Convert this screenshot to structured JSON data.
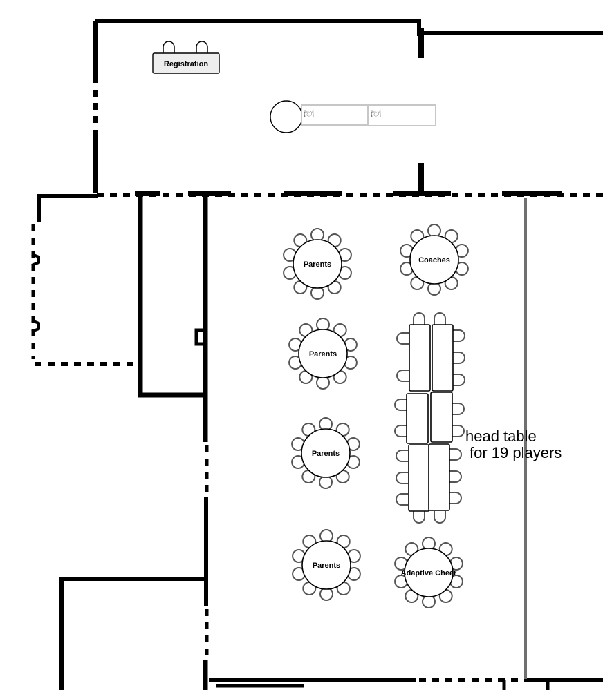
{
  "floor_plan": {
    "registration": {
      "label": "Registration"
    },
    "buffet": {
      "icon": "plate-cutlery-icon",
      "glyph": "🍽"
    },
    "round_tables": [
      {
        "id": "parents-1",
        "label": "Parents"
      },
      {
        "id": "coaches",
        "label": "Coaches"
      },
      {
        "id": "parents-2",
        "label": "Parents"
      },
      {
        "id": "parents-3",
        "label": "Parents"
      },
      {
        "id": "parents-4",
        "label": "Parents"
      },
      {
        "id": "adaptive-cheer",
        "label": "Adaptive Cheer"
      }
    ],
    "head_table": {
      "note_line1": "head table",
      "note_line2": "for 19 players"
    }
  }
}
